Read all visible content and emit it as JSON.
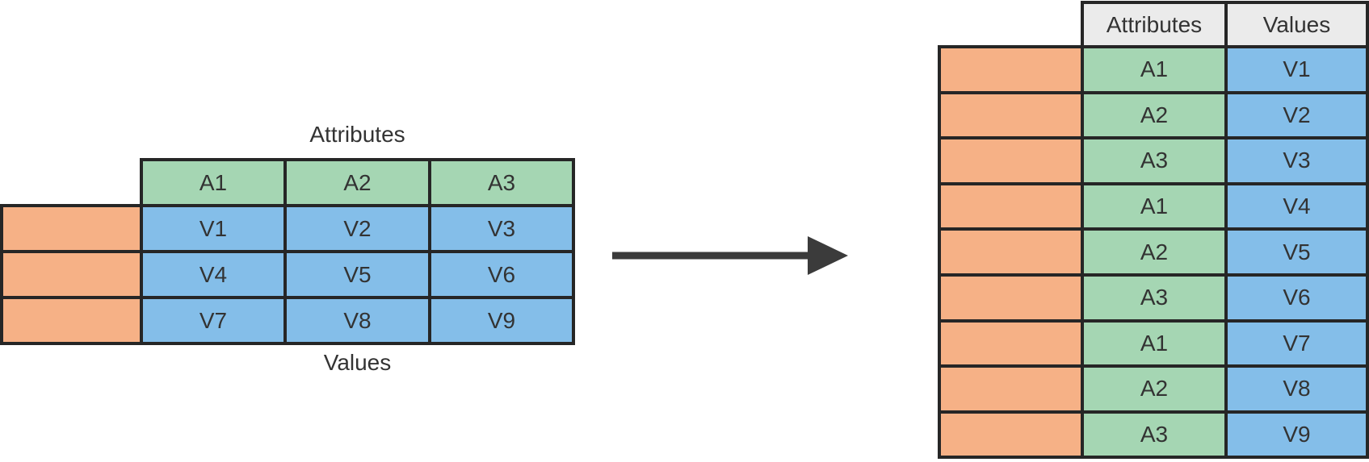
{
  "source_table": {
    "attributes_label": "Attributes",
    "values_label": "Values",
    "column_headers": [
      "A1",
      "A2",
      "A3"
    ],
    "rows": [
      [
        "V1",
        "V2",
        "V3"
      ],
      [
        "V4",
        "V5",
        "V6"
      ],
      [
        "V7",
        "V8",
        "V9"
      ]
    ]
  },
  "arrow": {
    "direction": "right",
    "color": "#3B3B3B"
  },
  "result_table": {
    "headers": [
      "Attributes",
      "Values"
    ],
    "rows": [
      [
        "A1",
        "V1"
      ],
      [
        "A2",
        "V2"
      ],
      [
        "A3",
        "V3"
      ],
      [
        "A1",
        "V4"
      ],
      [
        "A2",
        "V5"
      ],
      [
        "A3",
        "V6"
      ],
      [
        "A1",
        "V7"
      ],
      [
        "A2",
        "V8"
      ],
      [
        "A3",
        "V9"
      ]
    ]
  },
  "colors": {
    "orange": "#F6B186",
    "green": "#A5D6B3",
    "blue": "#84BEE9",
    "header_gray": "#EBEBEB",
    "border": "#262626",
    "text": "#333333"
  }
}
